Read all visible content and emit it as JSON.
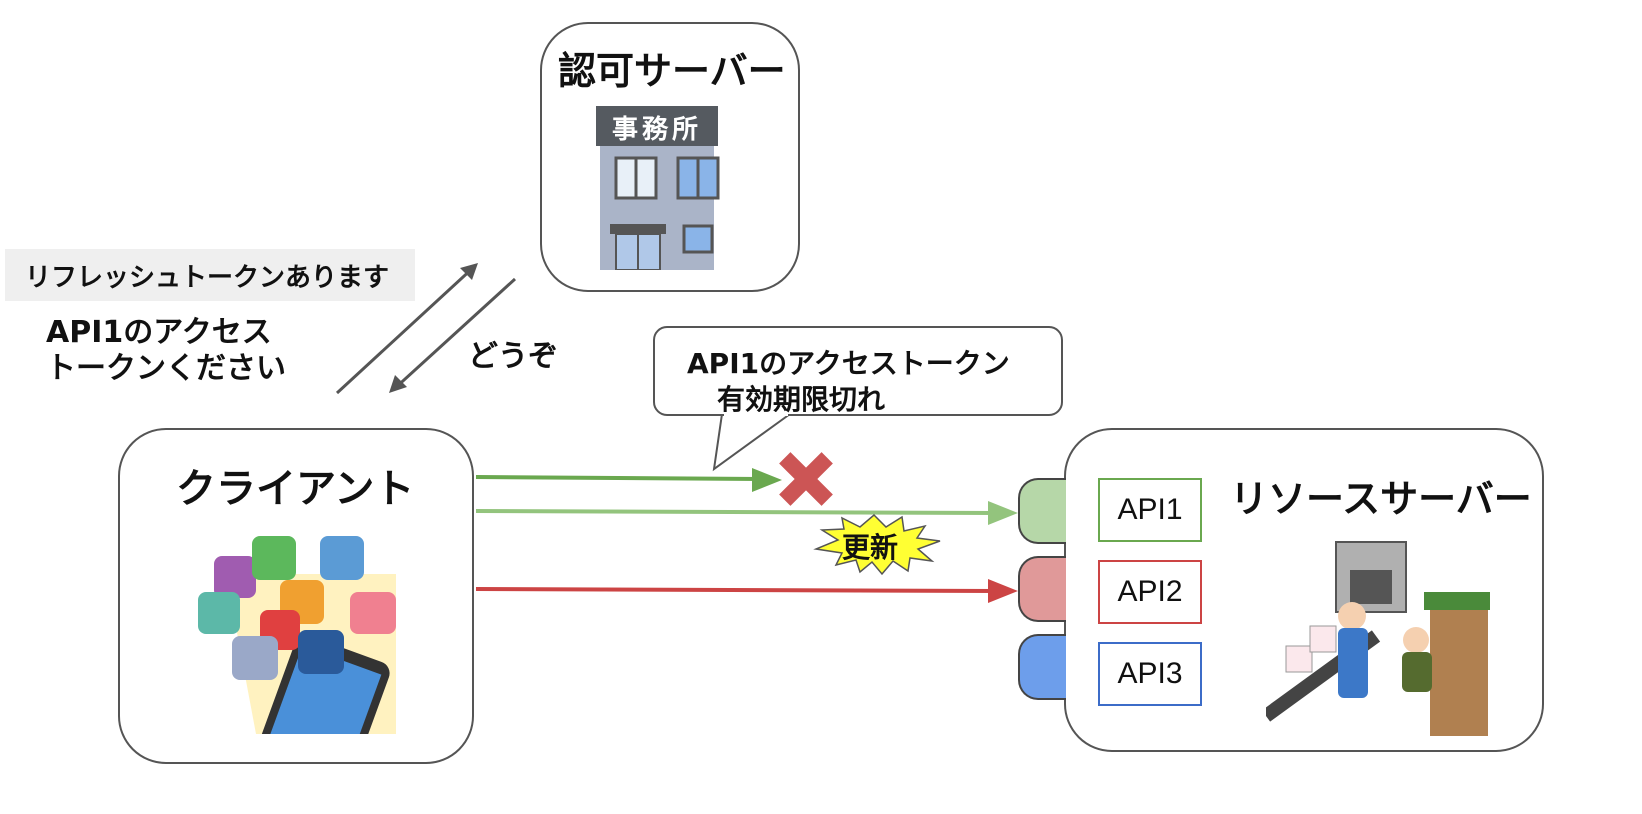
{
  "auth_server": {
    "title": "認可サーバー",
    "building_sign": "事務所"
  },
  "client": {
    "title": "クライアント"
  },
  "resource_server": {
    "title": "リソースサーバー",
    "apis": [
      {
        "label": "API1",
        "color": "#6aa84f"
      },
      {
        "label": "API2",
        "color": "#cc4444"
      },
      {
        "label": "API3",
        "color": "#3c6cc8"
      }
    ]
  },
  "messages": {
    "refresh_token": "リフレッシュトークンあります",
    "request_line1": "API1のアクセス",
    "request_line2": "トークンください",
    "response": "どうぞ",
    "expired_line1": "API1のアクセストークン",
    "expired_line2": "有効期限切れ",
    "renewed": "更新"
  },
  "colors": {
    "arrow_api1_old": "#6aa84f",
    "arrow_api1_new": "#93c47d",
    "arrow_api2": "#cc4444",
    "endpoint_api1": "#b6d7a8",
    "endpoint_api2": "#e09999",
    "endpoint_api3": "#6d9eeb",
    "burst": "#ffff33",
    "cross": "#cc5555"
  }
}
